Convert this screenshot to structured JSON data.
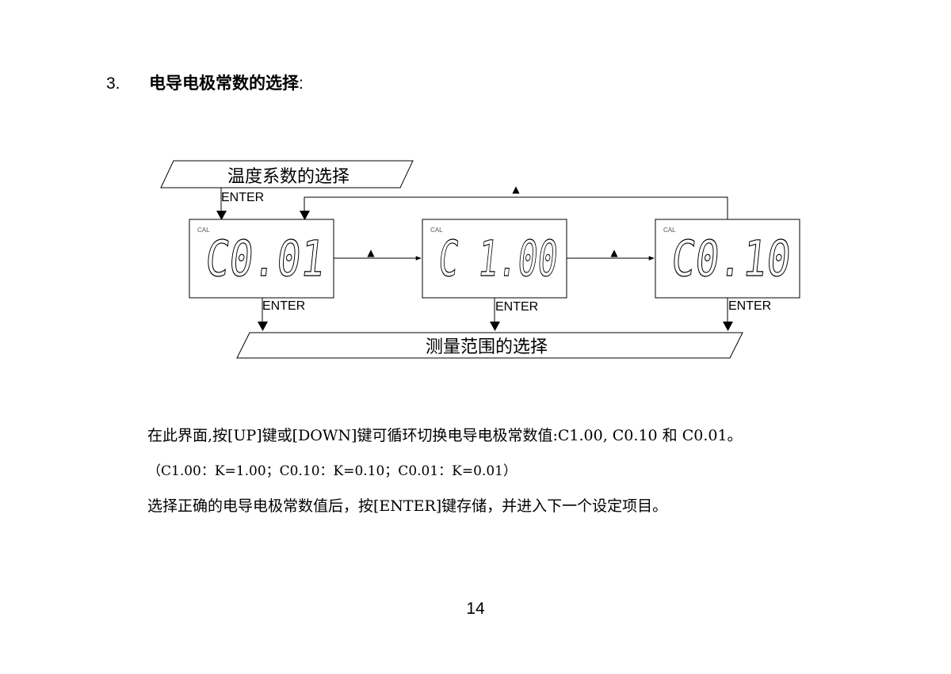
{
  "section": {
    "number": "3.",
    "title": "电导电极常数的选择",
    "colon": ":"
  },
  "diagram": {
    "top_box_label": "温度系数的选择",
    "bottom_box_label": "测量范围的选择",
    "enter_label": "ENTER",
    "up_arrow_symbol": "▲",
    "displays": [
      {
        "cal": "CAL",
        "value": "C0.01"
      },
      {
        "cal": "CAL",
        "value": "C 1.00"
      },
      {
        "cal": "CAL",
        "value": "C0.10"
      }
    ]
  },
  "paragraphs": [
    "在此界面,按[UP]键或[DOWN]键可循环切换电导电极常数值:C1.00, C0.10 和 C0.01。",
    "（C1.00：K=1.00；C0.10：K=0.10；C0.01：K=0.01）",
    "选择正确的电导电极常数值后，按[ENTER]键存储，并进入下一个设定项目。"
  ],
  "page_number": "14"
}
